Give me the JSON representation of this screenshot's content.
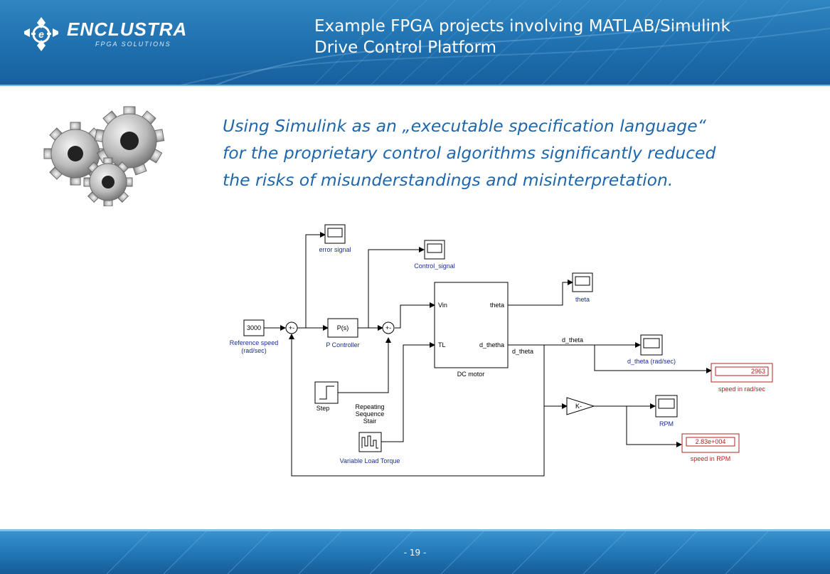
{
  "header": {
    "logo_text": "ENCLUSTRA",
    "logo_subtext": "FPGA SOLUTIONS",
    "title_line1": "Example FPGA projects involving MATLAB/Simulink",
    "title_line2": "Drive Control Platform"
  },
  "body": {
    "quote_line1": "Using Simulink as an „executable specification language“",
    "quote_line2": "for the proprietary control algorithms significantly reduced",
    "quote_line3": "the risks of misunderstandings and misinterpretation."
  },
  "diagram": {
    "ref_value": "3000",
    "ref_label_line1": "Reference speed",
    "ref_label_line2": "(rad/sec)",
    "sum_signs": "+-",
    "p_block": "P(s)",
    "p_label": "P Controller",
    "error_scope_label": "error signal",
    "control_scope_label": "Control_signal",
    "motor_in_vin": "Vin",
    "motor_in_tl": "TL",
    "motor_out_theta": "theta",
    "motor_out_dtheta": "d_thetha",
    "motor_label": "DC motor",
    "theta_scope_label": "theta",
    "dtheta_signal_1": "d_theta",
    "dtheta_signal_2": "d_theta",
    "dtheta_scope_label": "d_theta (rad/sec)",
    "display1_value": "2963",
    "display1_label": "speed in rad/sec",
    "gain_label": "K-",
    "rpm_scope_label": "RPM",
    "display2_value": "2.83e+004",
    "display2_label": "speed in RPM",
    "step_label": "Step",
    "stair_label_line1": "Repeating",
    "stair_label_line2": "Sequence",
    "stair_label_line3": "Stair",
    "load_label": "Variable Load Torque"
  },
  "footer": {
    "page": "- 19 -"
  },
  "colors": {
    "header_blue": "#1f6fae",
    "quote_blue": "#1f67ad",
    "diagram_label_blue": "#1c2f8c",
    "display_red": "#b2231f"
  },
  "icons": [
    "enclustra-logo-icon",
    "gears-icon"
  ]
}
